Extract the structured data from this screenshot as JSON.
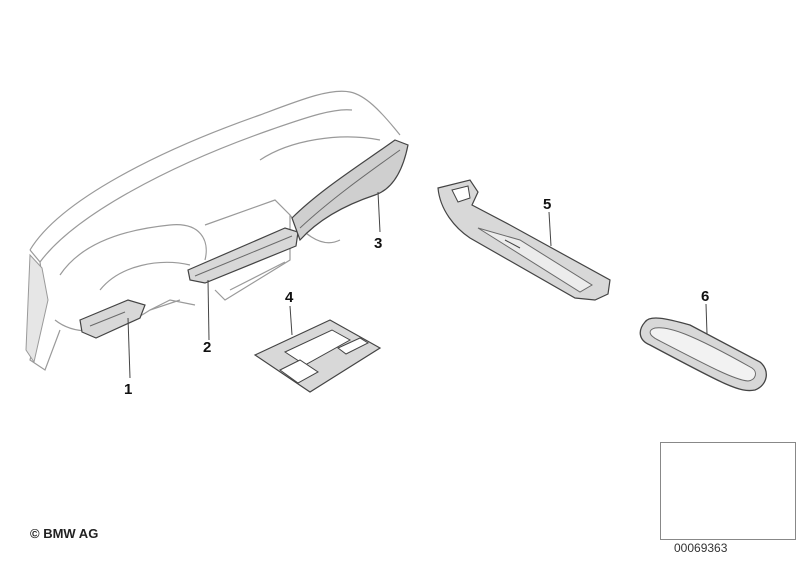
{
  "callouts": [
    {
      "number": "1"
    },
    {
      "number": "2"
    },
    {
      "number": "3"
    },
    {
      "number": "4"
    },
    {
      "number": "5"
    },
    {
      "number": "6"
    }
  ],
  "footer": {
    "copyright": "© BMW AG",
    "reference": "00069363"
  },
  "colors": {
    "line": "#444444",
    "light_line": "#9a9a9a",
    "trim_fill": "#d8d8d8",
    "dark_trim": "#6a6a6a"
  }
}
